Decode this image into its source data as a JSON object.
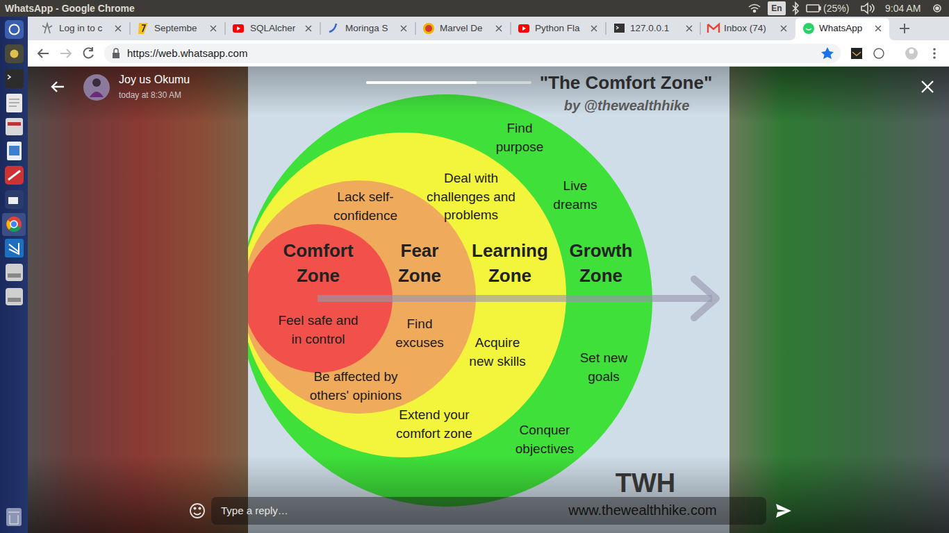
{
  "diagram": {
    "title": "\"The Comfort Zone\"",
    "nodes": [
      {
        "text": [
          "Growth Zone",
          "Find purpose",
          "Live dreams",
          "Set new goals",
          "Conquer objectives"
        ]
      },
      {
        "text": [
          "Learning Zone",
          "Deal with challenges and problems",
          "Acquire new skills",
          "Extend your comfort zone"
        ],
        "in": 0
      },
      {
        "text": [
          "Fear Zone",
          "Lack self-confidence",
          "Find excuses",
          "Be affected by others' opinions"
        ],
        "in": 1
      },
      {
        "text": [
          "Comfort Zone",
          "Feel safe and in control"
        ],
        "in": 2
      }
    ],
    "labels": [
      "WhatsApp - Google Chrome",
      "En",
      "(25%)",
      "9:04 AM",
      "Log in to c",
      "Septembe",
      "SQLAlcher",
      "Moringa S",
      "Marvel De",
      "Python Fla",
      "127.0.0.1",
      "Inbox (74)",
      "WhatsApp",
      "https://web.whatsapp.com",
      "Joy us Okumu",
      "today at 8:30 AM",
      "by @thewealthhike",
      "TWH",
      "www.thewealthhike.com",
      "Type a reply…"
    ]
  }
}
